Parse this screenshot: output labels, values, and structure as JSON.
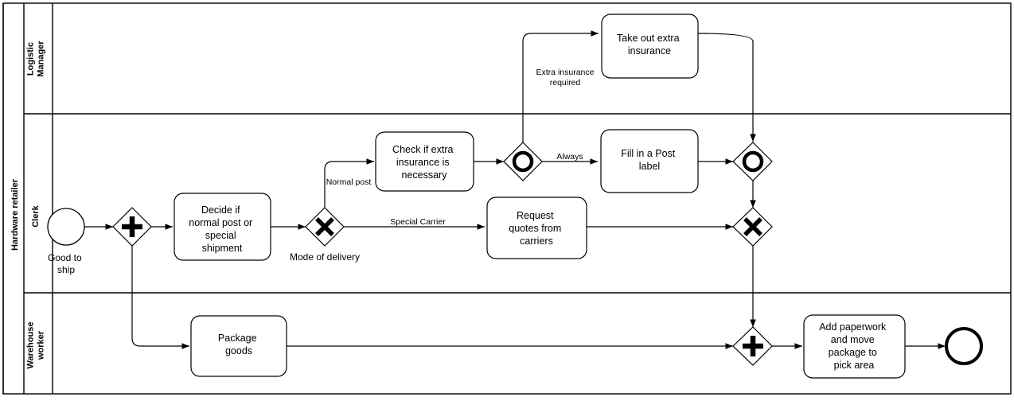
{
  "diagram": {
    "type": "bpmn-collaboration-diagram",
    "pool": {
      "name": "Hardware retailer"
    },
    "lanes": [
      {
        "id": "logistic-manager",
        "name": "Logistic Manager"
      },
      {
        "id": "clerk",
        "name": "Clerk"
      },
      {
        "id": "warehouse-worker",
        "name": "Warehouse worker"
      }
    ],
    "events": [
      {
        "id": "start",
        "kind": "start",
        "lane": "clerk",
        "label": "Good to ship"
      },
      {
        "id": "end",
        "kind": "end",
        "lane": "warehouse-worker",
        "label": ""
      }
    ],
    "tasks": [
      {
        "id": "take-out-extra-insurance",
        "lane": "logistic-manager",
        "label": "Take out extra insurance"
      },
      {
        "id": "decide-normal-post-or-special-shipment",
        "lane": "clerk",
        "label": "Decide if normal post or special shipment"
      },
      {
        "id": "check-if-extra-insurance-is-necessary",
        "lane": "clerk",
        "label": "Check if extra insurance is necessary"
      },
      {
        "id": "fill-in-a-post-label",
        "lane": "clerk",
        "label": "Fill in a Post label"
      },
      {
        "id": "request-quotes-from-carriers",
        "lane": "clerk",
        "label": "Request quotes from carriers"
      },
      {
        "id": "package-goods",
        "lane": "warehouse-worker",
        "label": "Package goods"
      },
      {
        "id": "add-paperwork-and-move-package",
        "lane": "warehouse-worker",
        "label": "Add paperwork and move package to pick area"
      }
    ],
    "gateways": [
      {
        "id": "parallel-split",
        "kind": "parallel",
        "symbol": "+",
        "lane": "clerk",
        "label": ""
      },
      {
        "id": "mode-of-delivery",
        "kind": "exclusive",
        "symbol": "X",
        "lane": "clerk",
        "label": "Mode of delivery"
      },
      {
        "id": "insurance-decision",
        "kind": "inclusive",
        "symbol": "O",
        "lane": "clerk",
        "label": ""
      },
      {
        "id": "insurance-merge",
        "kind": "inclusive",
        "symbol": "O",
        "lane": "clerk",
        "label": ""
      },
      {
        "id": "delivery-merge",
        "kind": "exclusive",
        "symbol": "X",
        "lane": "clerk",
        "label": ""
      },
      {
        "id": "parallel-join",
        "kind": "parallel",
        "symbol": "+",
        "lane": "warehouse-worker",
        "label": ""
      }
    ],
    "flow_labels": {
      "normal_post": "Normal post",
      "special_carrier": "Special Carrier",
      "extra_insurance_required": "Extra insurance required",
      "always": "Always"
    },
    "task_lines": {
      "take_out_extra_insurance": [
        "Take out extra",
        "insurance"
      ],
      "decide_normal_post": [
        "Decide if",
        "normal post or",
        "special",
        "shipment"
      ],
      "check_extra_insurance": [
        "Check if extra",
        "insurance is",
        "necessary"
      ],
      "fill_post_label": [
        "Fill in a Post",
        "label"
      ],
      "request_quotes": [
        "Request",
        "quotes from",
        "carriers"
      ],
      "package_goods": [
        "Package",
        "goods"
      ],
      "add_paperwork": [
        "Add paperwork",
        "and move",
        "package to",
        "pick area"
      ],
      "good_to_ship": [
        "Good to",
        "ship"
      ]
    },
    "colors": {
      "stroke": "#000000",
      "fill": "#ffffff",
      "background": "#ffffff"
    }
  }
}
